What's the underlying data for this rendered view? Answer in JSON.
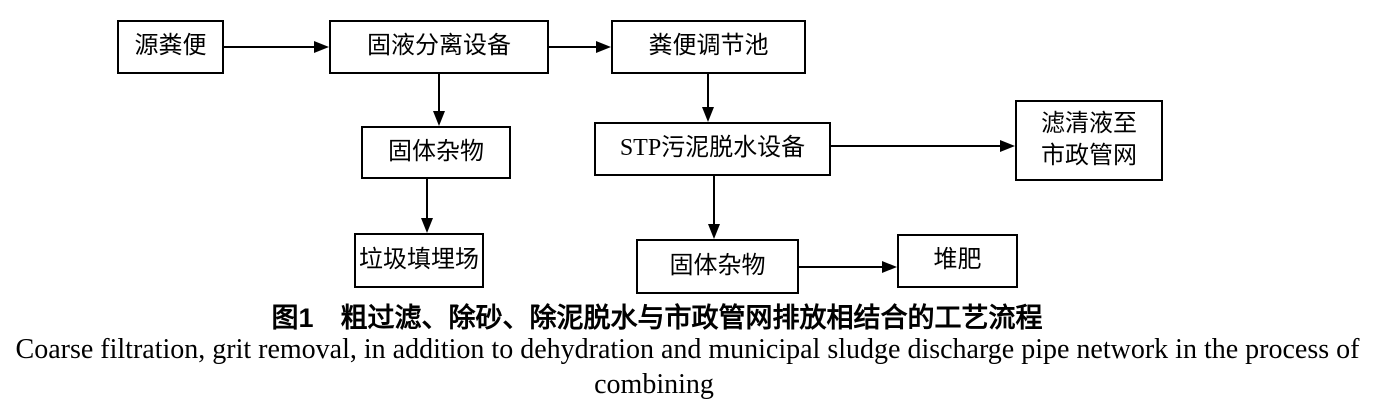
{
  "figure": {
    "type": "flowchart",
    "background_color": "#ffffff",
    "line_color": "#000000",
    "nodes": [
      {
        "id": "source-feces",
        "label": "源粪便"
      },
      {
        "id": "solid-liquid-separation",
        "label": "固液分离设备"
      },
      {
        "id": "feces-regulating-tank",
        "label": "粪便调节池"
      },
      {
        "id": "solid-debris-1",
        "label": "固体杂物"
      },
      {
        "id": "stp-sludge-dewatering",
        "label": "STP污泥脱水设备"
      },
      {
        "id": "filtrate-to-municipal-network",
        "label": "滤清液至\n市政管网"
      },
      {
        "id": "landfill",
        "label": "垃圾填埋场"
      },
      {
        "id": "solid-debris-2",
        "label": "固体杂物"
      },
      {
        "id": "compost",
        "label": "堆肥"
      }
    ],
    "edges": [
      {
        "from": "source-feces",
        "to": "solid-liquid-separation"
      },
      {
        "from": "solid-liquid-separation",
        "to": "feces-regulating-tank"
      },
      {
        "from": "solid-liquid-separation",
        "to": "solid-debris-1"
      },
      {
        "from": "feces-regulating-tank",
        "to": "stp-sludge-dewatering"
      },
      {
        "from": "solid-debris-1",
        "to": "landfill"
      },
      {
        "from": "stp-sludge-dewatering",
        "to": "filtrate-to-municipal-network"
      },
      {
        "from": "stp-sludge-dewatering",
        "to": "solid-debris-2"
      },
      {
        "from": "solid-debris-2",
        "to": "compost"
      }
    ]
  },
  "caption": {
    "zh": "图1　粗过滤、除砂、除泥脱水与市政管网排放相结合的工艺流程",
    "en_line1": "Coarse filtration, grit removal, in addition to dehydration and municipal sludge discharge pipe network in the process of",
    "en_line2": "combining"
  }
}
